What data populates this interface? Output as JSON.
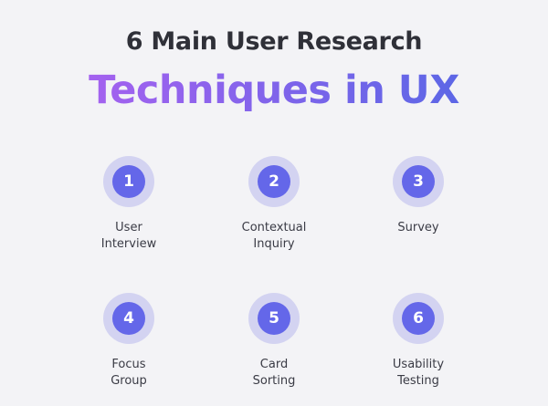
{
  "title": {
    "line1": "6 Main User Research",
    "line2": "Techniques in UX"
  },
  "colors": {
    "accent": "#6467e9",
    "ring": "#d3d3f1",
    "gradient_start": "#a462ef",
    "gradient_end": "#5c66e6"
  },
  "techniques": [
    {
      "number": "1",
      "label": "User\nInterview"
    },
    {
      "number": "2",
      "label": "Contextual\nInquiry"
    },
    {
      "number": "3",
      "label": "Survey"
    },
    {
      "number": "4",
      "label": "Focus\nGroup"
    },
    {
      "number": "5",
      "label": "Card\nSorting"
    },
    {
      "number": "6",
      "label": "Usability\nTesting"
    }
  ]
}
